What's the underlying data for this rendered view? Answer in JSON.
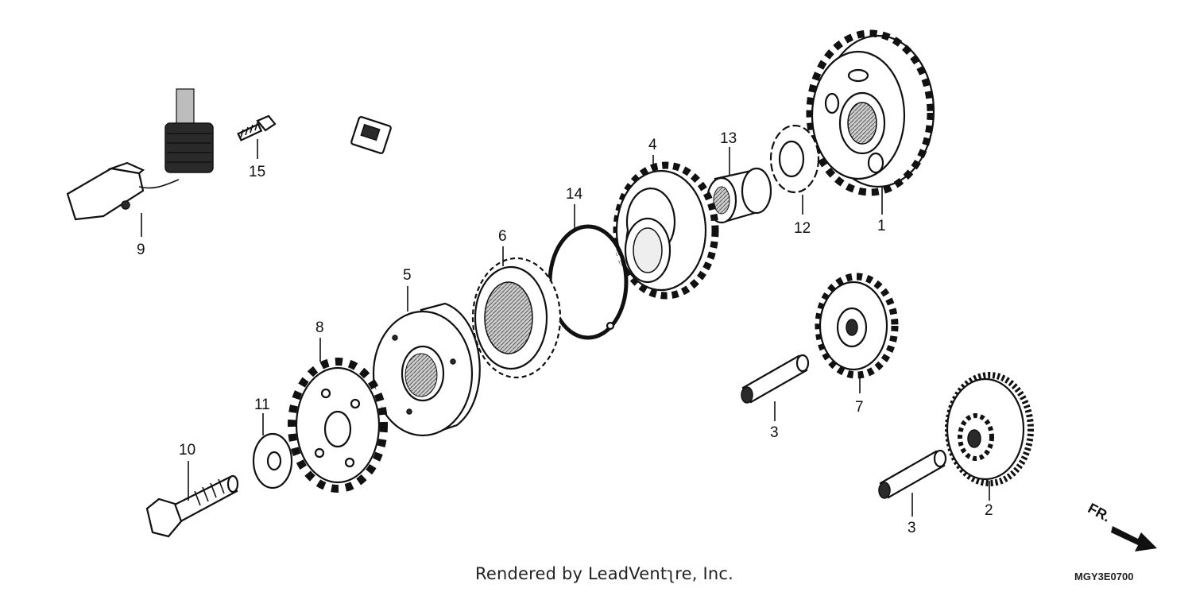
{
  "callouts": [
    {
      "id": "1",
      "label": "1"
    },
    {
      "id": "2",
      "label": "2"
    },
    {
      "id": "3a",
      "label": "3"
    },
    {
      "id": "3b",
      "label": "3"
    },
    {
      "id": "4",
      "label": "4"
    },
    {
      "id": "5",
      "label": "5"
    },
    {
      "id": "6",
      "label": "6"
    },
    {
      "id": "7",
      "label": "7"
    },
    {
      "id": "8",
      "label": "8"
    },
    {
      "id": "9",
      "label": "9"
    },
    {
      "id": "10",
      "label": "10"
    },
    {
      "id": "11",
      "label": "11"
    },
    {
      "id": "12",
      "label": "12"
    },
    {
      "id": "13",
      "label": "13"
    },
    {
      "id": "14",
      "label": "14"
    },
    {
      "id": "15",
      "label": "15"
    }
  ],
  "direction_label": "FR.",
  "credit": "Rendered by LeadVentʅre, Inc.",
  "diagram_code": "MGY3E0700"
}
